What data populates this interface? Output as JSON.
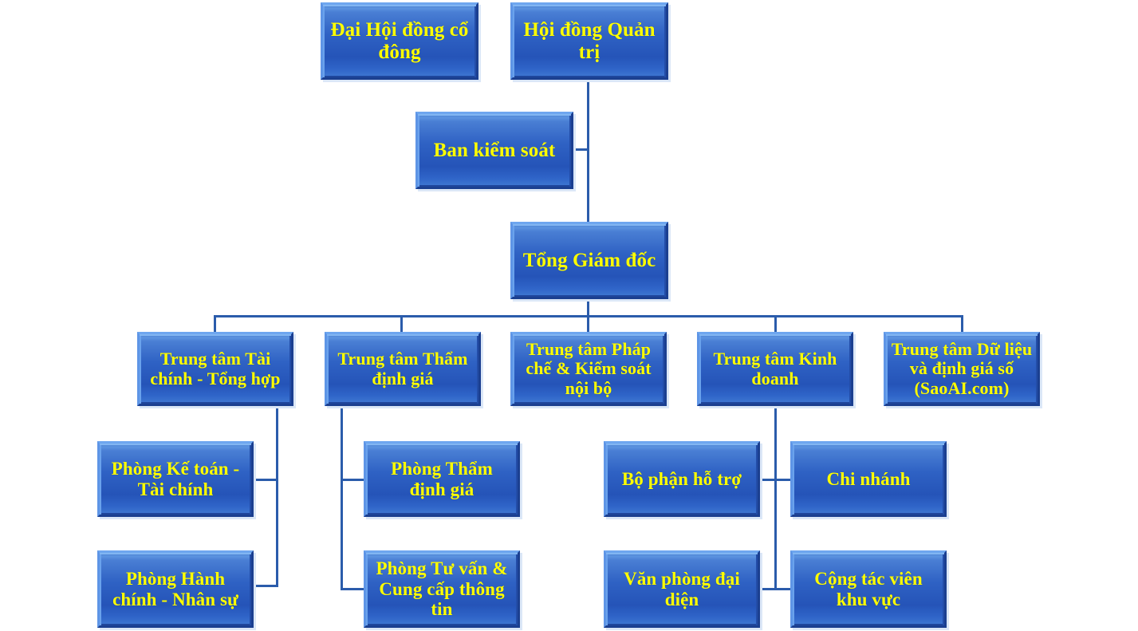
{
  "chart": {
    "title": "So do to chuc",
    "colors": {
      "box_fill_top": "#4a7fd0",
      "box_fill_bottom": "#2554b8",
      "box_text": "#ffff00",
      "connector": "#2b5cab",
      "background": "#ffffff"
    }
  },
  "nodes": {
    "shareholders_assembly": {
      "label": "Đại Hội đồng cổ đông"
    },
    "board_of_directors": {
      "label": "Hội đồng Quản trị"
    },
    "supervisory_board": {
      "label": "Ban kiểm soát"
    },
    "general_director": {
      "label": "Tổng Giám đốc"
    },
    "center_finance": {
      "label": "Trung tâm Tài chính - Tổng hợp"
    },
    "center_valuation": {
      "label": "Trung tâm Thẩm định giá"
    },
    "center_legal": {
      "label": "Trung tâm Pháp chế & Kiểm soát nội bộ"
    },
    "center_business": {
      "label": "Trung tâm Kinh doanh"
    },
    "center_data": {
      "label": "Trung tâm Dữ liệu và định giá số (SaoAI.com)"
    },
    "dept_accounting": {
      "label": "Phòng Kế toán - Tài chính"
    },
    "dept_admin_hr": {
      "label": "Phòng Hành chính - Nhân sự"
    },
    "dept_valuation": {
      "label": "Phòng Thẩm định giá"
    },
    "dept_consulting": {
      "label": "Phòng Tư vấn & Cung cấp thông tin"
    },
    "unit_support": {
      "label": "Bộ phận hỗ trợ"
    },
    "unit_branch": {
      "label": "Chi nhánh"
    },
    "unit_rep_office": {
      "label": "Văn phòng đại diện"
    },
    "unit_collaborators": {
      "label": "Cộng tác viên khu vực"
    }
  }
}
